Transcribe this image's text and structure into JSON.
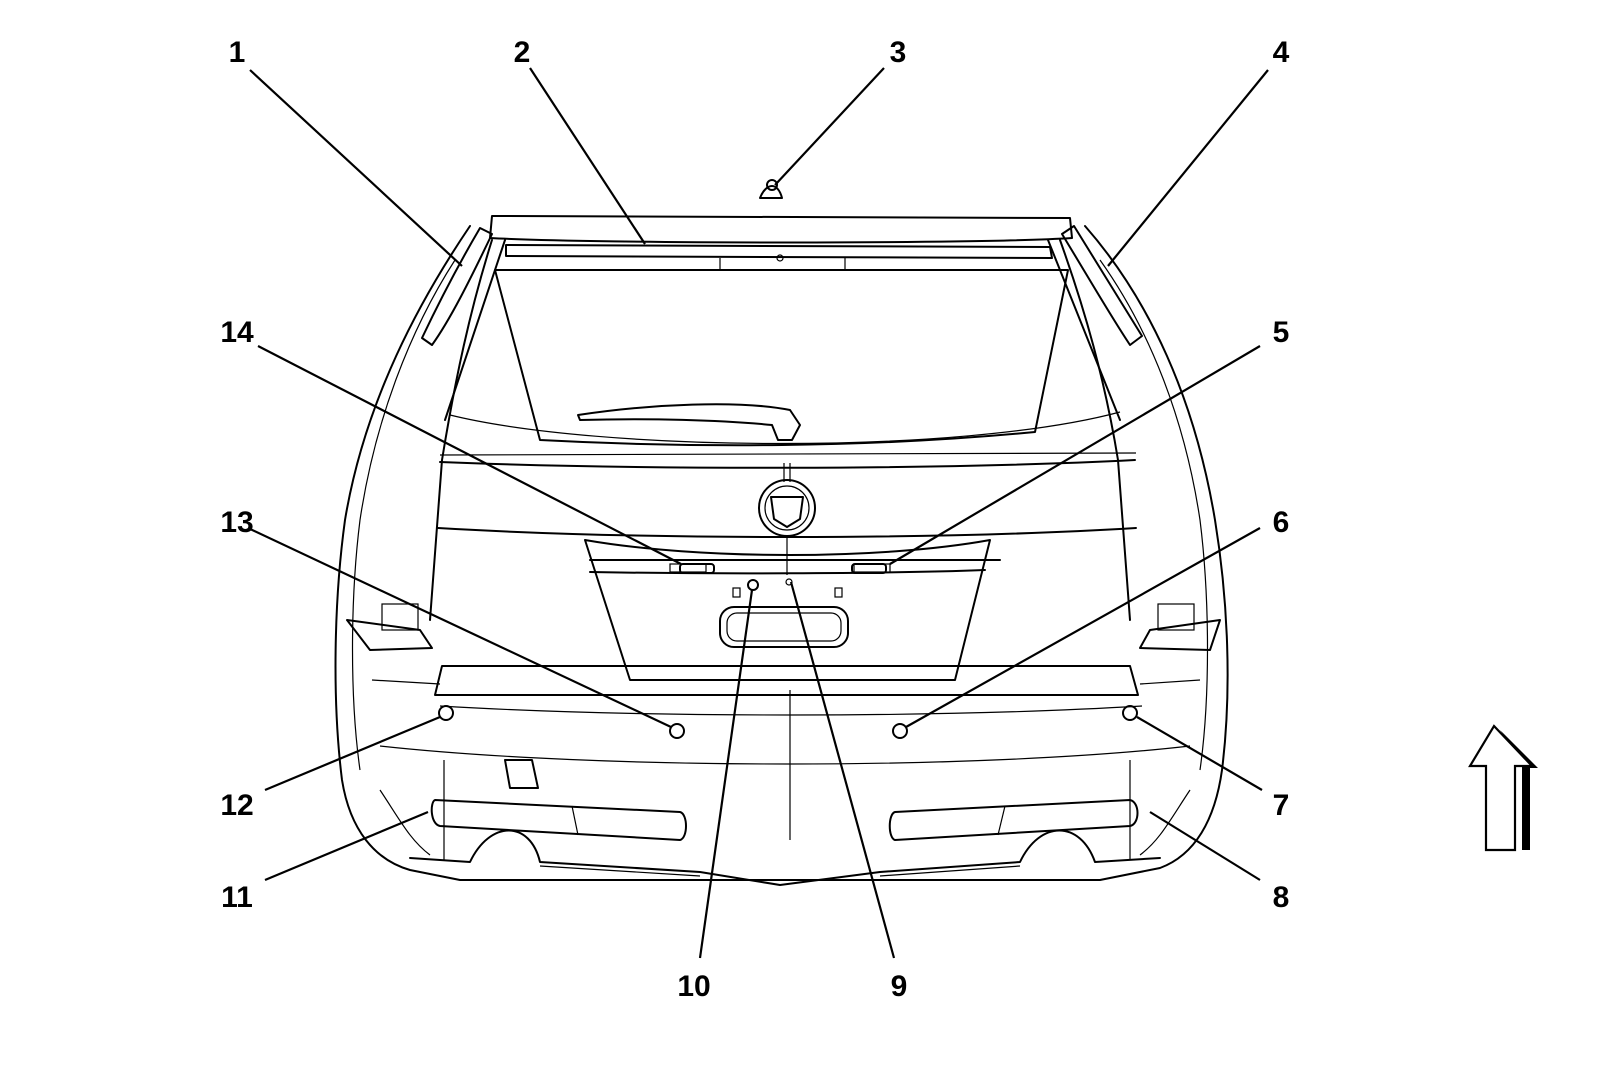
{
  "callouts": [
    {
      "id": "1",
      "label": "1"
    },
    {
      "id": "2",
      "label": "2"
    },
    {
      "id": "3",
      "label": "3"
    },
    {
      "id": "4",
      "label": "4"
    },
    {
      "id": "5",
      "label": "5"
    },
    {
      "id": "6",
      "label": "6"
    },
    {
      "id": "7",
      "label": "7"
    },
    {
      "id": "8",
      "label": "8"
    },
    {
      "id": "9",
      "label": "9"
    },
    {
      "id": "10",
      "label": "10"
    },
    {
      "id": "11",
      "label": "11"
    },
    {
      "id": "12",
      "label": "12"
    },
    {
      "id": "13",
      "label": "13"
    },
    {
      "id": "14",
      "label": "14"
    }
  ],
  "icons": {
    "direction": "up-arrow-icon"
  }
}
